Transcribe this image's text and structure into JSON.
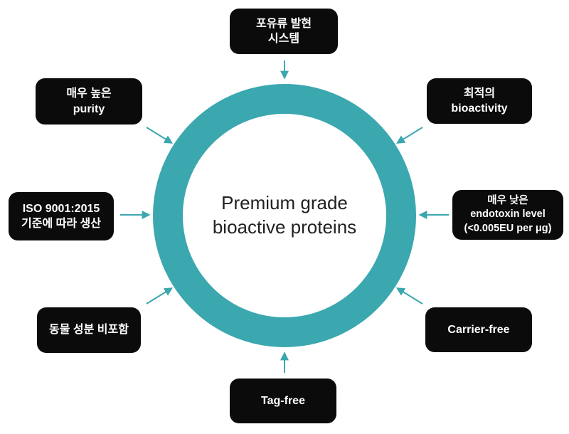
{
  "center": {
    "line1": "Premium grade",
    "line2": "bioactive proteins"
  },
  "nodes": {
    "top": {
      "lines": [
        "포유류 발현",
        "시스템"
      ]
    },
    "top_left": {
      "lines": [
        "매우 높은",
        "purity"
      ]
    },
    "top_right": {
      "lines": [
        "최적의",
        "bioactivity"
      ]
    },
    "left": {
      "lines": [
        "ISO 9001:2015",
        "기준에 따라 생산"
      ]
    },
    "right": {
      "lines": [
        "매우 낮은",
        "endotoxin level",
        "(<0.005EU per μg)"
      ]
    },
    "bottom_left": {
      "lines": [
        "동물 성분 비포함"
      ]
    },
    "bottom_right": {
      "lines": [
        "Carrier-free"
      ]
    },
    "bottom": {
      "lines": [
        "Tag-free"
      ]
    }
  },
  "colors": {
    "accent_teal": "#3BA7AF",
    "box_background": "#0B0B0B",
    "box_text": "#FFFFFF",
    "center_text": "#212121",
    "background": "#FFFFFF"
  }
}
